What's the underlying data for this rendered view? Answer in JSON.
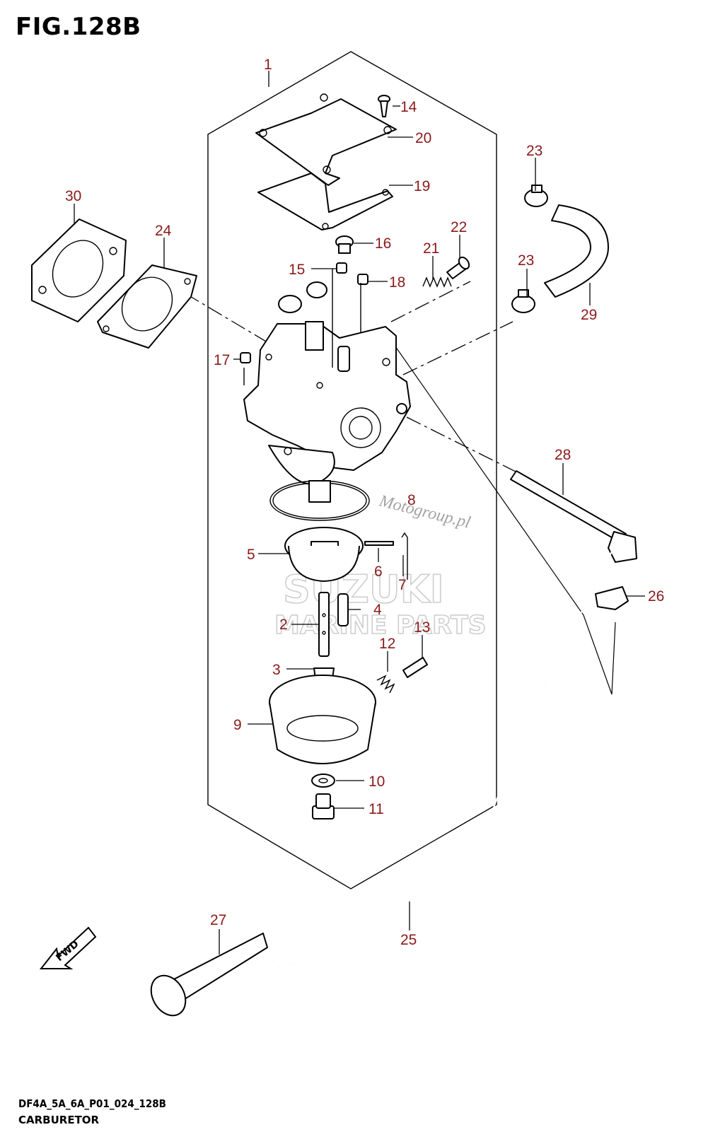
{
  "figure": {
    "title": "FIG.128B",
    "code": "DF4A_5A_6A_P01_024_128B",
    "name": "CARBURETOR"
  },
  "callouts": [
    "1",
    "2",
    "3",
    "4",
    "5",
    "6",
    "7",
    "8",
    "9",
    "10",
    "11",
    "12",
    "13",
    "14",
    "15",
    "16",
    "17",
    "18",
    "19",
    "20",
    "21",
    "22",
    "23",
    "23",
    "24",
    "25",
    "26",
    "27",
    "28",
    "29",
    "30"
  ],
  "watermark": {
    "brand": "SUZUKI",
    "line2": "MARINE PARTS",
    "site": "Motogroup.pl"
  },
  "fwd_label": "FWD",
  "colors": {
    "callout": "#8b1a1a",
    "line": "#000000",
    "watermark": "#c9c9c9"
  }
}
